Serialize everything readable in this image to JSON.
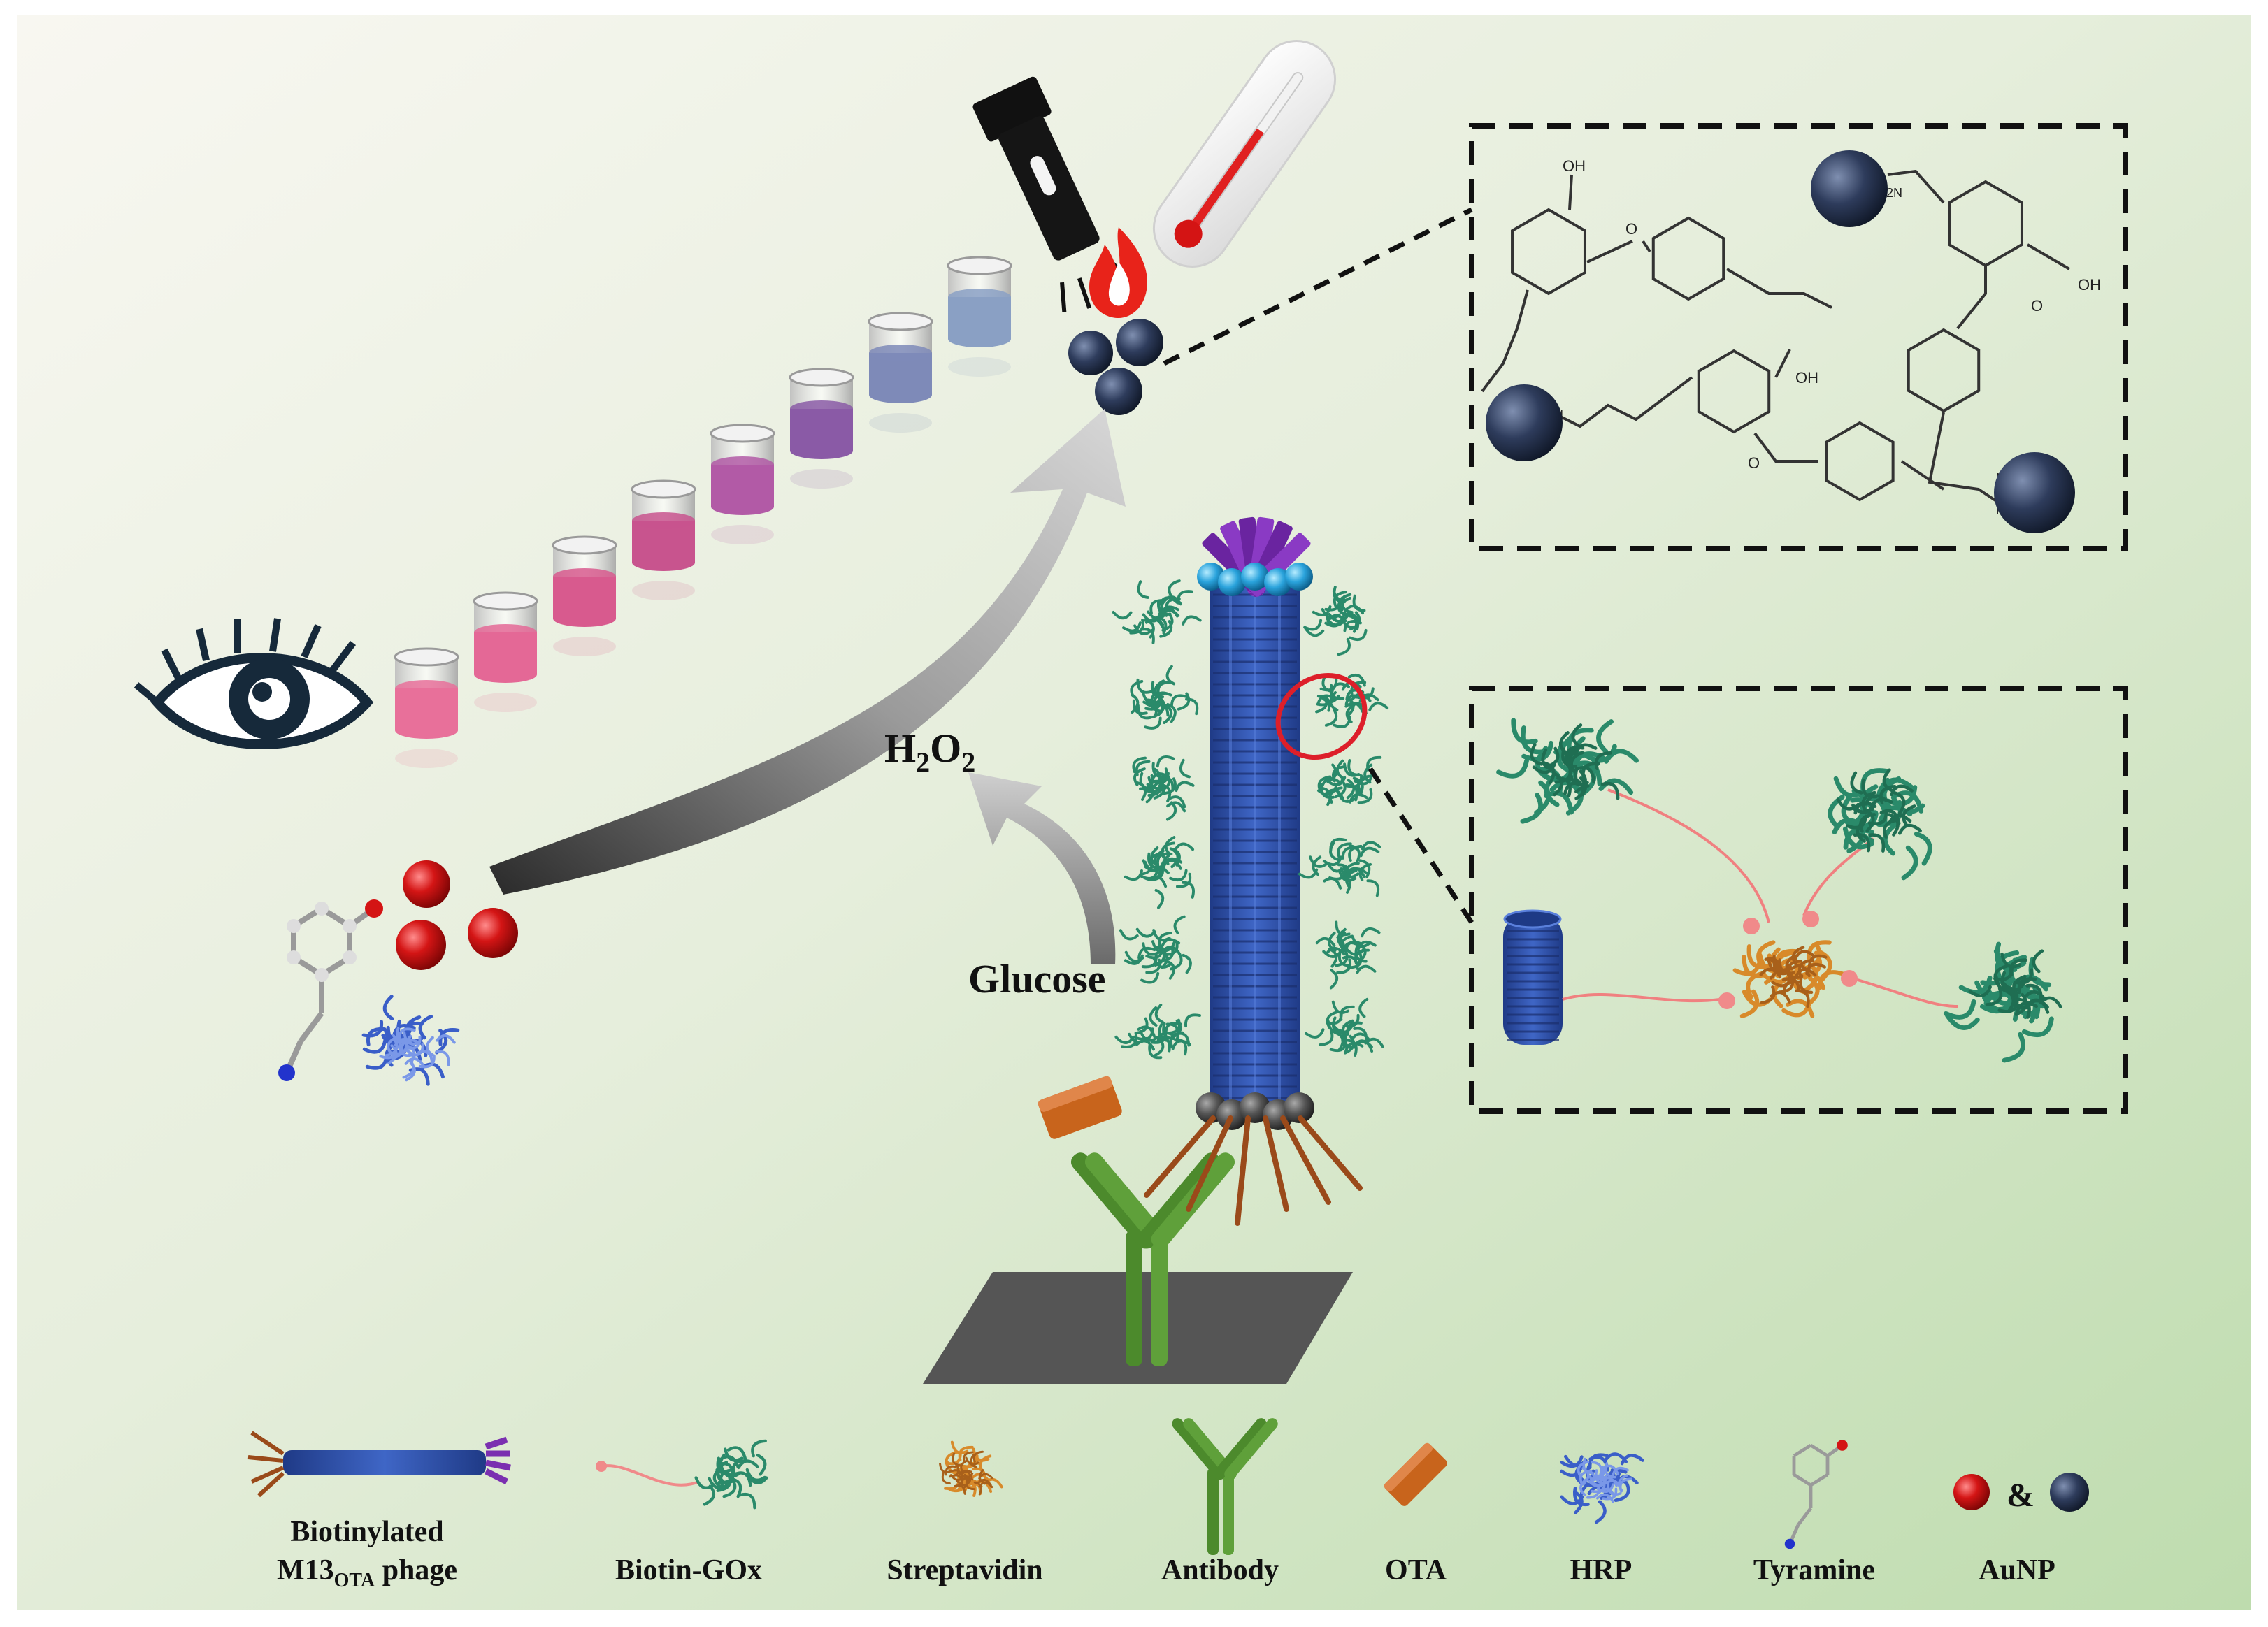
{
  "labels": {
    "h2o2": "H",
    "h2o2_sub1": "2",
    "h2o2_o": "O",
    "h2o2_sub2": "2",
    "glucose": "Glucose"
  },
  "chem_labels": {
    "oh": "OH",
    "o": "O",
    "nh2": "NH",
    "nh2_sub": "2",
    "h2n": "H",
    "h2n_sub": "2",
    "h2n_n": "N"
  },
  "legend": [
    {
      "line1": "Biotinylated",
      "line2": "M13",
      "line2_sub": "OTA",
      "line2_rest": " phage"
    },
    {
      "label": "Biotin-GOx"
    },
    {
      "label": "Streptavidin"
    },
    {
      "label": "Antibody"
    },
    {
      "label": "OTA"
    },
    {
      "label": "HRP"
    },
    {
      "label": "Tyramine"
    },
    {
      "label": "AuNP",
      "symbol": "&"
    }
  ],
  "colors": {
    "phage_body": "#2f4fa6",
    "phage_tip": "#7a2fb0",
    "phage_cap": "#2fa3d8",
    "phage_tail": "#9a4a1a",
    "aunp_red": "#d01818",
    "aunp_dark": "#2b3a55",
    "antibody": "#4c8a2c",
    "ota": "#c8641c",
    "gox": "#2a8a6a",
    "streptavidin": "#d88a2a",
    "background_top": "#f7f5ef",
    "background_bottom": "#c7e0b8"
  }
}
